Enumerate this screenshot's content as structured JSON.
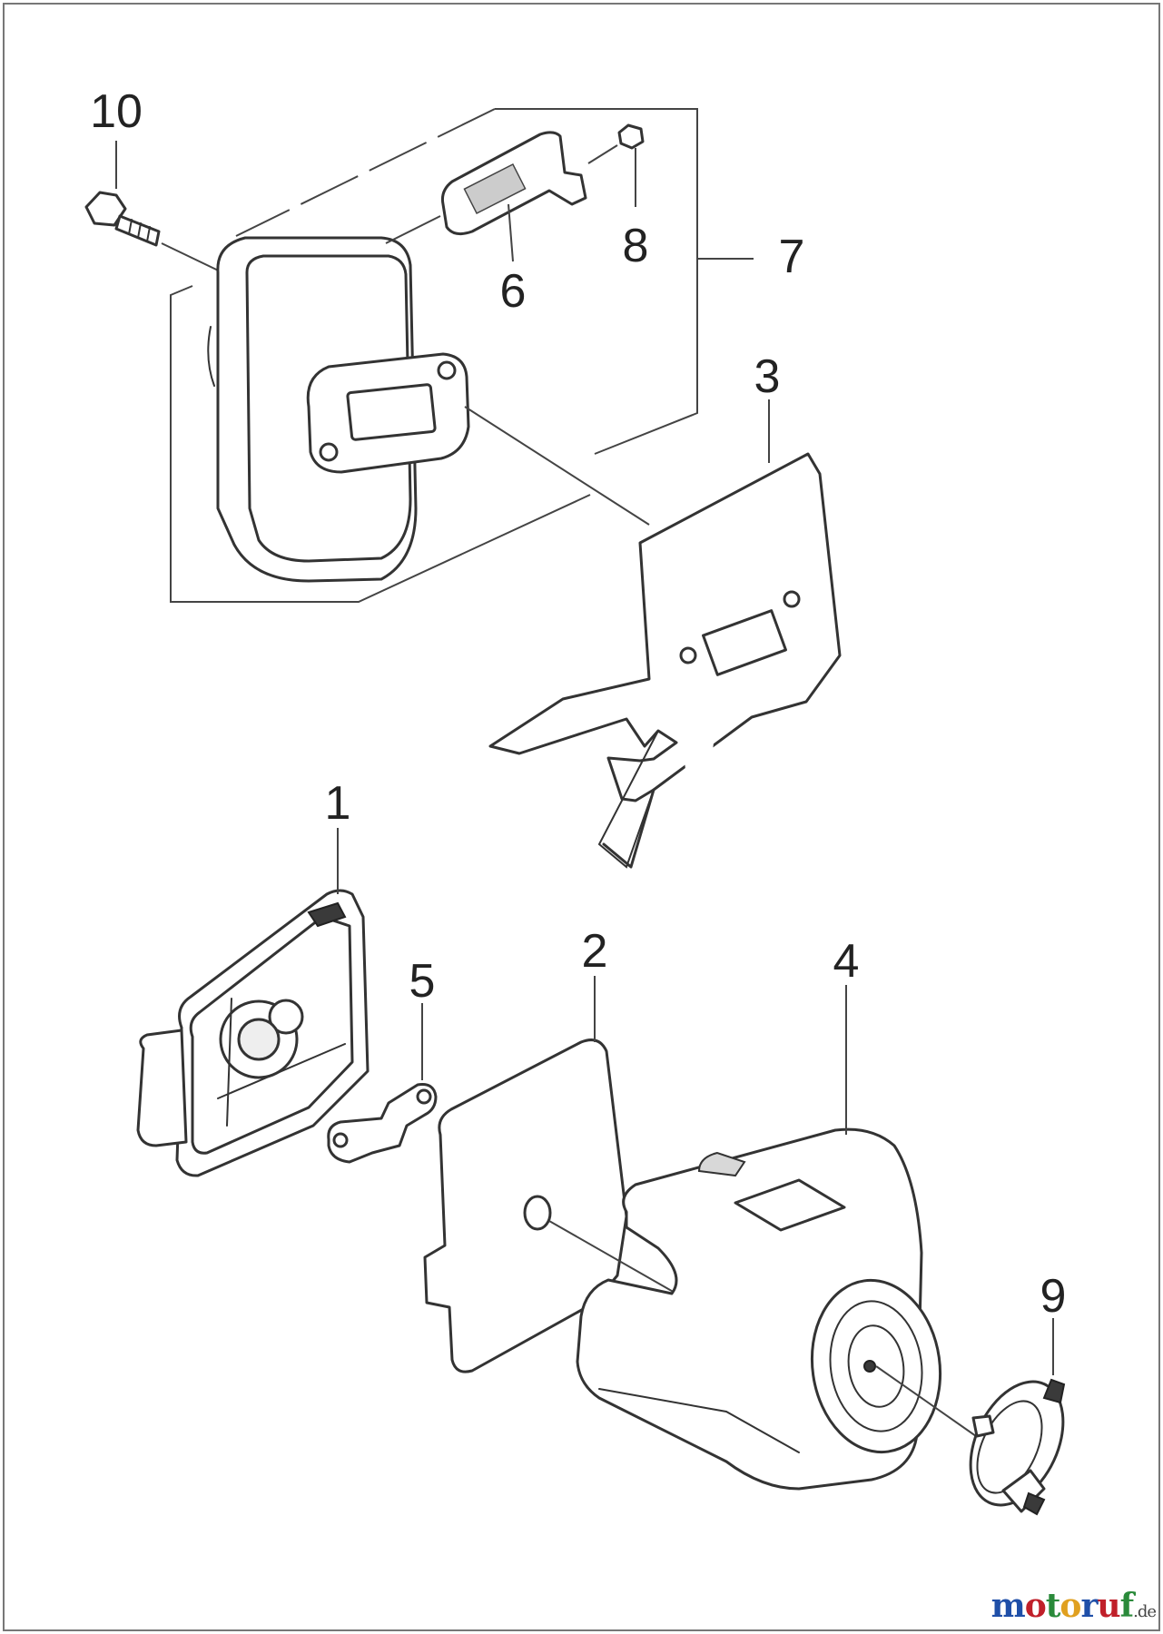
{
  "callouts": {
    "c1": "1",
    "c2": "2",
    "c3": "3",
    "c4": "4",
    "c5": "5",
    "c6": "6",
    "c7": "7",
    "c8": "8",
    "c9": "9",
    "c10": "10"
  },
  "watermark": {
    "name": "motoruf",
    "tld": ".de",
    "colors": [
      "#1f4fa8",
      "#c0202a",
      "#2a8a3a",
      "#e0a020",
      "#1f4fa8",
      "#c0202a",
      "#2a8a3a"
    ]
  }
}
